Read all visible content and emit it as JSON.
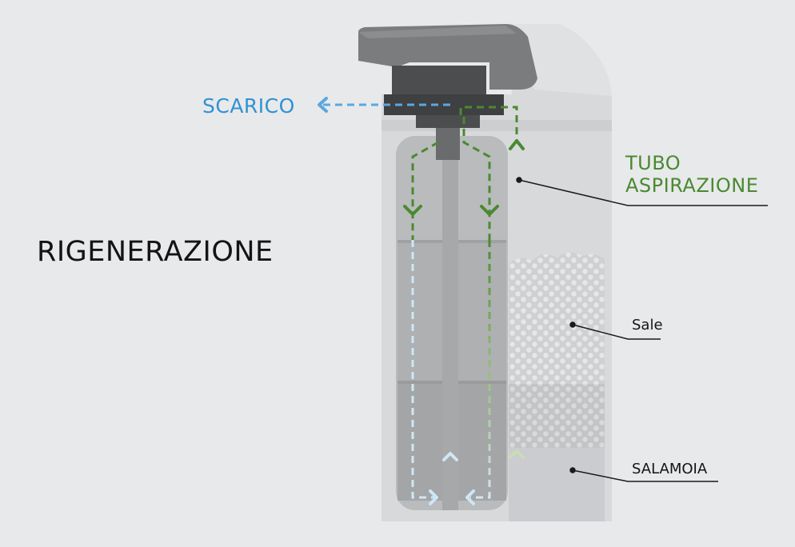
{
  "diagram": {
    "title": "RIGENERAZIONE",
    "labels": {
      "scarico": "SCARICO",
      "tubo_line1": "TUBO",
      "tubo_line2": "ASPIRAZIONE",
      "sale": "Sale",
      "salamoia": "SALAMOIA"
    },
    "colors": {
      "background": "#e8e9eb",
      "cabinet": "#d7d8da",
      "column": "#a9abad",
      "valve_head": "#4c4d4f",
      "flow_blue": "#5aa9dd",
      "flow_green": "#4a8a2f",
      "leader_line": "#1a1a1a"
    }
  }
}
